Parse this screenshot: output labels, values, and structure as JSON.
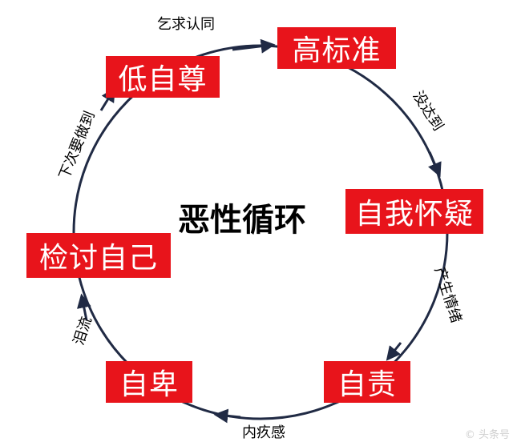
{
  "diagram": {
    "center_title": "恶性循环",
    "nodes": [
      "高标准",
      "自我怀疑",
      "自责",
      "自卑",
      "检讨自己",
      "低自尊"
    ],
    "edge_labels": [
      "乞求认同",
      "没达到",
      "产生情绪",
      "内疚感",
      "泪流",
      "下次要做到"
    ],
    "watermark": "© 头条号"
  },
  "colors": {
    "node_fill": "#e8141b",
    "node_text": "#ffffff",
    "circle": "#202a44",
    "text": "#000000"
  }
}
